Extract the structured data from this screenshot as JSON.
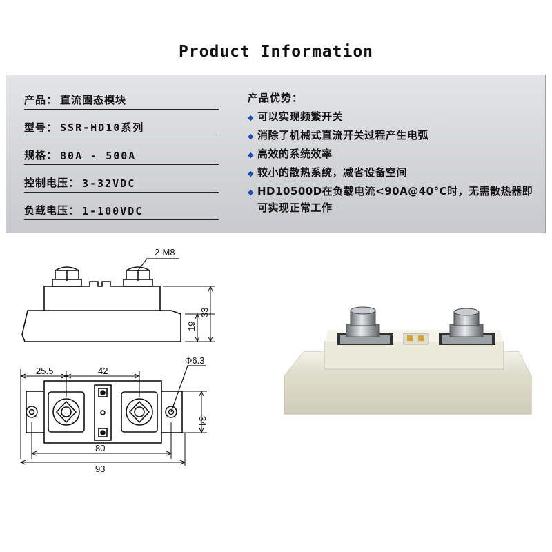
{
  "title": "Product Information",
  "specs": {
    "product": {
      "label": "产品：",
      "value": "直流固态模块"
    },
    "model": {
      "label": "型号：",
      "value": "SSR-HD10系列"
    },
    "spec": {
      "label": "规格：",
      "value": "80A - 500A"
    },
    "control_voltage": {
      "label": "控制电压：",
      "value": "3-32VDC"
    },
    "load_voltage": {
      "label": "负载电压：",
      "value": "1-100VDC"
    }
  },
  "advantages": {
    "heading": "产品优势：",
    "items": [
      "可以实现频繁开关",
      "消除了机械式直流开关过程产生电弧",
      "高效的系统效率",
      "较小的散热系统，减省设备空间",
      "HD10500D在负载电流<90A@40°C时，无需散热器即可实现正常工作"
    ]
  },
  "dimensions": {
    "screw": "2-M8",
    "height_total": "33",
    "height_base": "19",
    "hole_dia": "Φ6.3",
    "offset_left": "25.5",
    "terminal_spacing": "42",
    "depth": "34",
    "hole_spacing": "80",
    "length": "93"
  },
  "colors": {
    "panel": "#d6d7db",
    "bullet": "#1a4db0",
    "module_body": "#e9e7d8"
  }
}
